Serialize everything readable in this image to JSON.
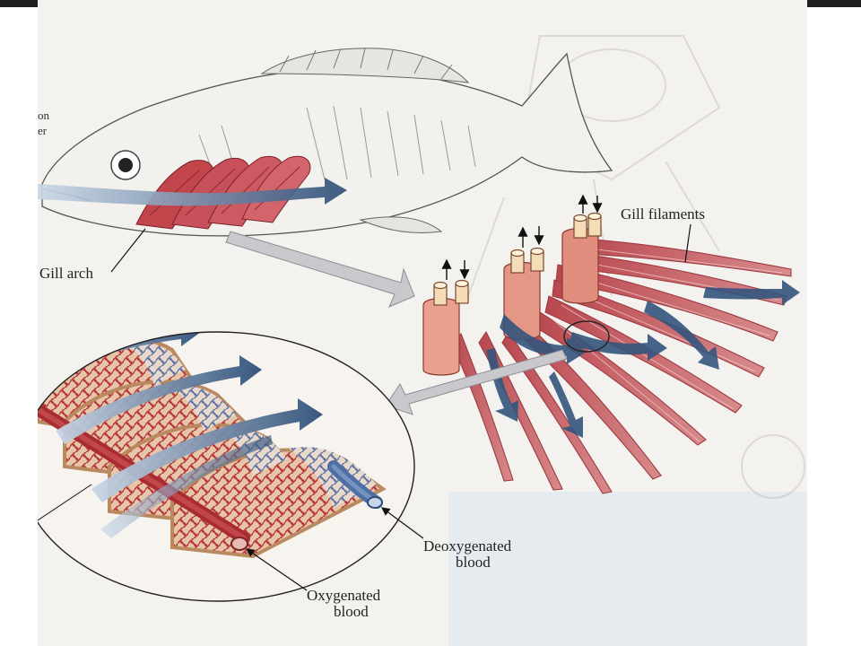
{
  "figure": {
    "labels": {
      "gill_arch": "Gill arch",
      "gill_filaments": "Gill filaments",
      "deoxygenated_blood_1": "Deoxygenated",
      "deoxygenated_blood_2": "blood",
      "oxygenated_blood_1": "Oxygenated",
      "oxygenated_blood_2": "blood"
    },
    "cropped_text": {
      "line1": "on",
      "line2": "er"
    },
    "colors": {
      "background": "#f4f2ee",
      "filament_red": "#c8545a",
      "water_arrow": "#3f5f85",
      "capillary_red": "#b63a3c",
      "vessel_blue": "#5d7fae",
      "lamella_tan": "#e9c9a2"
    }
  }
}
